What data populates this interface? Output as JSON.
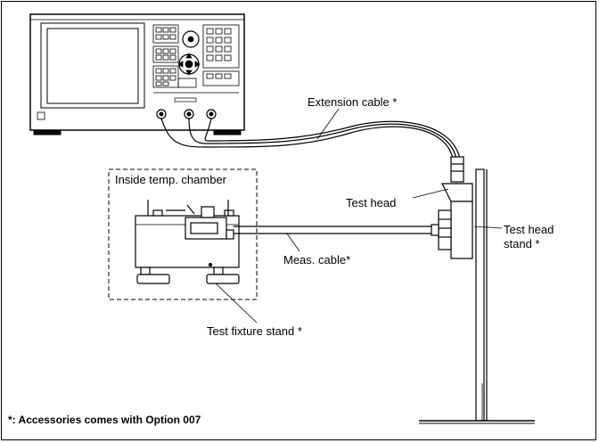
{
  "labels": {
    "extension_cable": "Extension cable *",
    "inside_chamber": "Inside temp. chamber",
    "test_head": "Test head",
    "test_head_stand_line1": "Test head",
    "test_head_stand_line2": "stand *",
    "meas_cable": "Meas. cable*",
    "test_fixture_stand": "Test fixture stand *"
  },
  "footnote": "*: Accessories comes with Option 007"
}
